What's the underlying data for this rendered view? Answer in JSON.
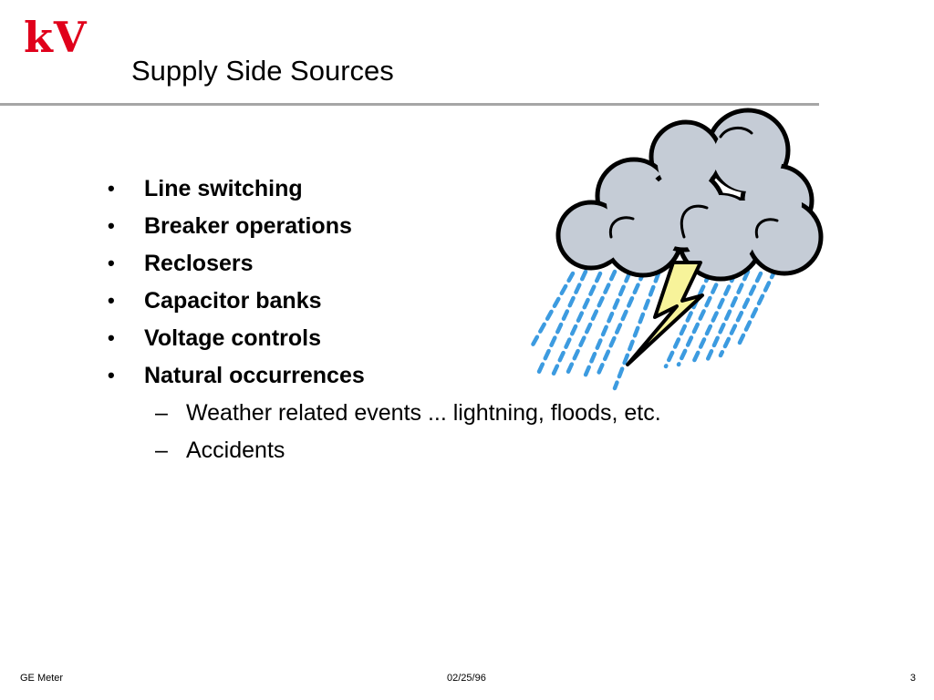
{
  "logo": {
    "text": "kV",
    "color": "#e0001b"
  },
  "slide": {
    "title": "Supply Side Sources",
    "bullets": [
      "Line switching",
      "Breaker operations",
      "Reclosers",
      "Capacitor banks",
      "Voltage controls",
      "Natural occurrences"
    ],
    "sub_bullets": [
      "Weather related events ... lightning, floods, etc.",
      "Accidents"
    ],
    "bullet_glyph": "•",
    "dash_glyph": "–"
  },
  "illustration": {
    "icon": "storm-cloud-icon",
    "cloud_color": "#c5ccd6",
    "bolt_color": "#f7f39a",
    "rain_color": "#3c9be0"
  },
  "footer": {
    "left": "GE Meter",
    "center": "02/25/96",
    "page_number": "3"
  }
}
